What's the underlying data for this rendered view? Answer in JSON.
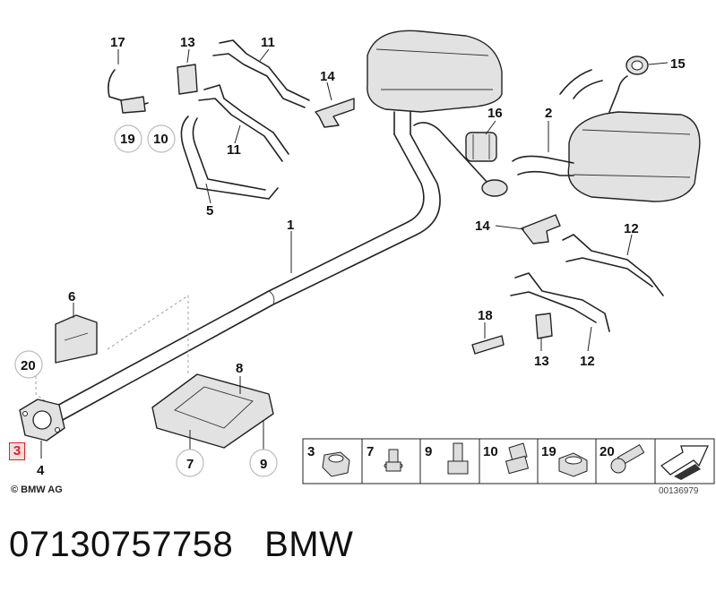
{
  "diagram": {
    "callouts": {
      "c1": "1",
      "c2": "2",
      "c4": "4",
      "c5": "5",
      "c6": "6",
      "c8": "8",
      "c11a": "11",
      "c11b": "11",
      "c12a": "12",
      "c12b": "12",
      "c13a": "13",
      "c13b": "13",
      "c14a": "14",
      "c14b": "14",
      "c15": "15",
      "c16": "16",
      "c17": "17",
      "c18": "18"
    },
    "circled_callouts": {
      "r7": "7",
      "r9": "9",
      "r10": "10",
      "r19": "19",
      "r20": "20"
    },
    "highlighted_callout": "3",
    "legend": {
      "items": [
        {
          "label": "3",
          "icon": "flange-nut-icon"
        },
        {
          "label": "7",
          "icon": "flange-bolt-icon"
        },
        {
          "label": "9",
          "icon": "hex-bolt-icon"
        },
        {
          "label": "10",
          "icon": "bolt-with-washer-icon"
        },
        {
          "label": "19",
          "icon": "flange-nut-icon"
        },
        {
          "label": "20",
          "icon": "stud-bolt-icon"
        }
      ],
      "last_cell_icon": "arrow-icon"
    },
    "copyright": "© BMW AG",
    "reference_number": "00136979"
  },
  "footer": {
    "part_number": "07130757758",
    "brand": "BMW"
  }
}
